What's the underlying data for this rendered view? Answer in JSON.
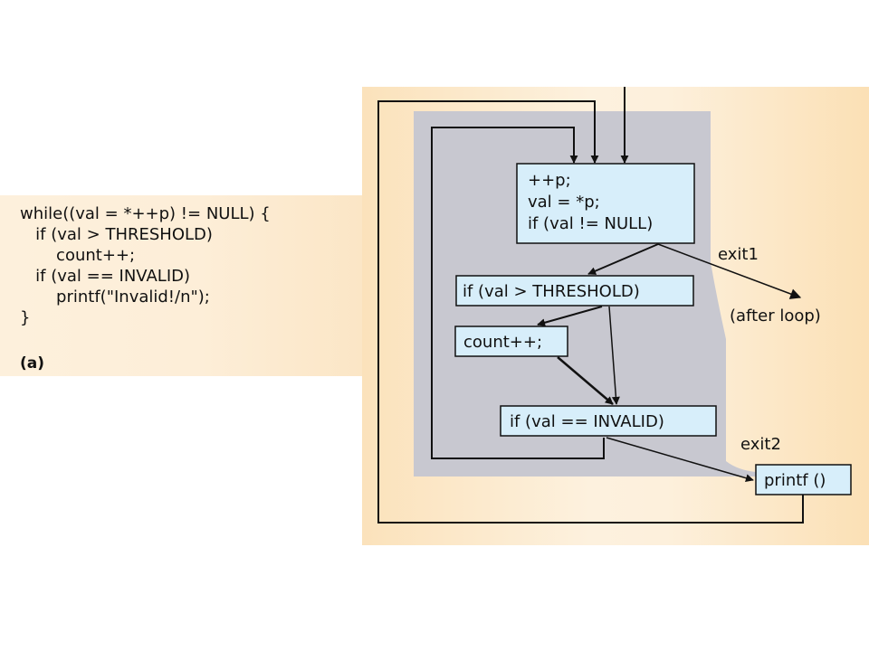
{
  "code": {
    "lines": [
      "while((val = *++p) != NULL) {",
      "   if (val > THRESHOLD)",
      "       count++;",
      "   if (val == INVALID)",
      "       printf(\"Invalid!/n\");",
      "}"
    ],
    "caption": "(a)"
  },
  "diagram": {
    "nodes": {
      "header": [
        "++p;",
        "val = *p;",
        "if (val != NULL)"
      ],
      "threshold": "if (val > THRESHOLD)",
      "count": "count++;",
      "invalid": "if (val == INVALID)",
      "printf": "printf ()"
    },
    "labels": {
      "exit1": "exit1",
      "after_loop": "(after loop)",
      "exit2": "exit2"
    }
  },
  "colors": {
    "node_fill": "#d7eefa",
    "loop_region": "#c8c8d0",
    "edge": "#111111"
  }
}
